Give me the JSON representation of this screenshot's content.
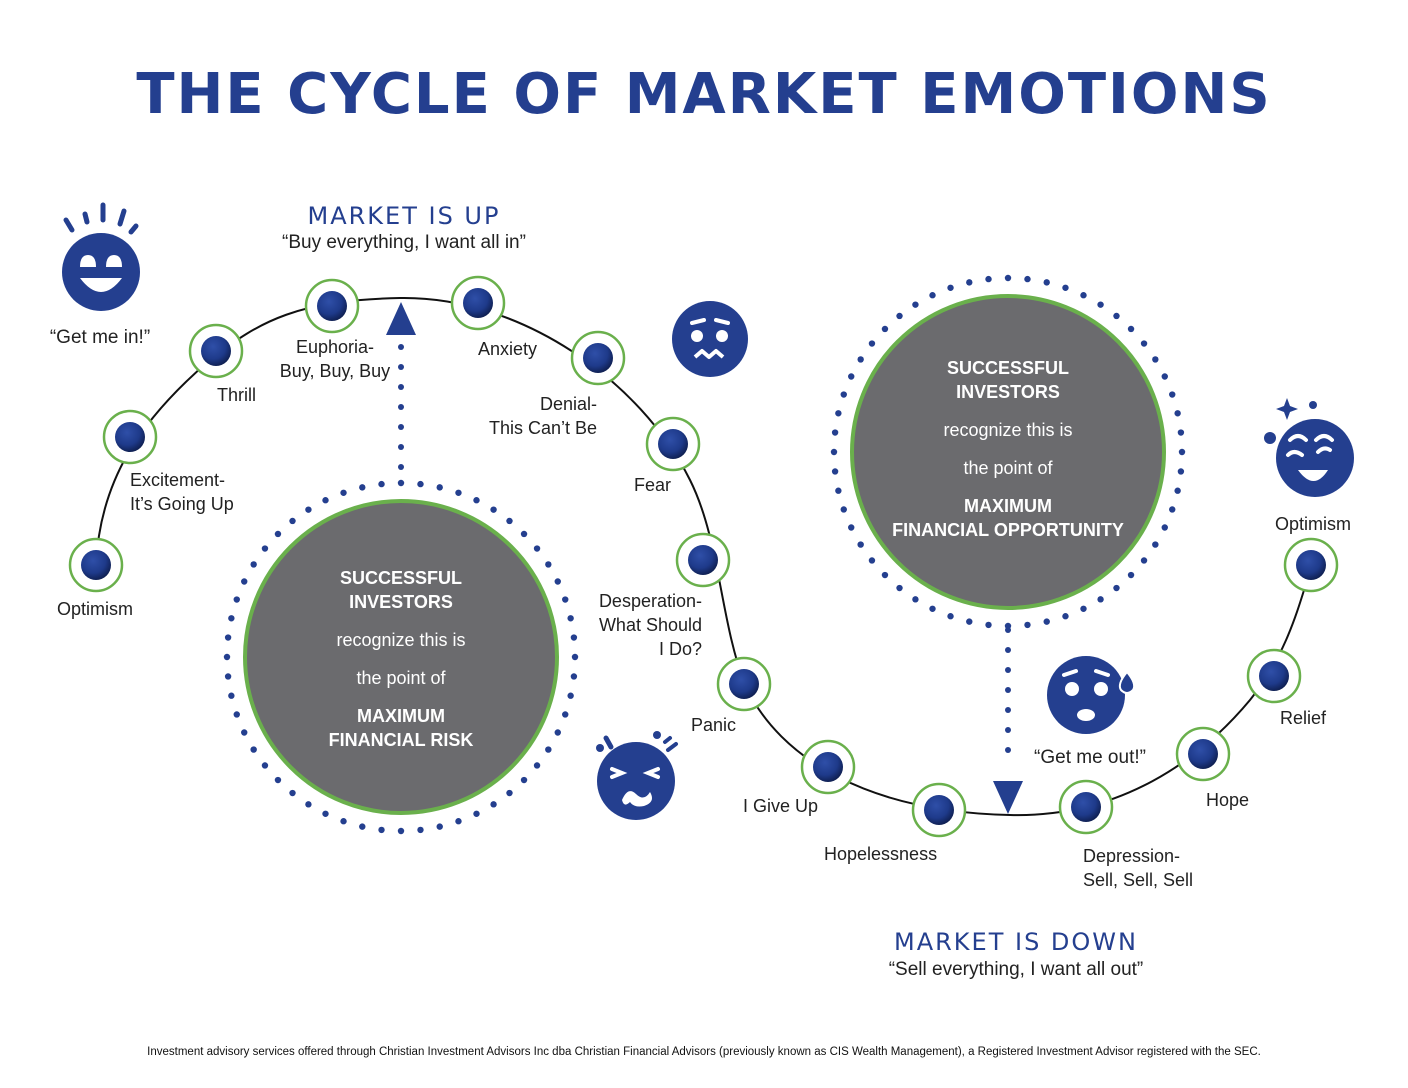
{
  "title": "THE CYCLE OF MARKET EMOTIONS",
  "colors": {
    "brand_blue": "#243f8f",
    "node_green": "#6ab04c",
    "circle_gray": "#6b6b6e",
    "text": "#222222"
  },
  "market_up": {
    "heading": "MARKET IS UP",
    "quote": "“Buy everything, I want all in”"
  },
  "market_down": {
    "heading": "MARKET IS DOWN",
    "quote": "“Sell everything, I want all out”"
  },
  "emoji_quotes": {
    "get_in": "“Get me in!”",
    "get_out": "“Get me out!”",
    "optimism": "Optimism"
  },
  "stages": [
    {
      "id": "optimism-start",
      "lines": [
        "Optimism"
      ]
    },
    {
      "id": "excitement",
      "lines": [
        "Excitement-",
        "It’s Going Up"
      ]
    },
    {
      "id": "thrill",
      "lines": [
        "Thrill"
      ]
    },
    {
      "id": "euphoria",
      "lines": [
        "Euphoria-",
        "Buy, Buy, Buy"
      ]
    },
    {
      "id": "anxiety",
      "lines": [
        "Anxiety"
      ]
    },
    {
      "id": "denial",
      "lines": [
        "Denial-",
        "This Can’t Be"
      ]
    },
    {
      "id": "fear",
      "lines": [
        "Fear"
      ]
    },
    {
      "id": "desperation",
      "lines": [
        "Desperation-",
        "What Should",
        "I Do?"
      ]
    },
    {
      "id": "panic",
      "lines": [
        "Panic"
      ]
    },
    {
      "id": "give-up",
      "lines": [
        "I Give Up"
      ]
    },
    {
      "id": "hopelessness",
      "lines": [
        "Hopelessness"
      ]
    },
    {
      "id": "depression",
      "lines": [
        "Depression-",
        "Sell, Sell, Sell"
      ]
    },
    {
      "id": "hope",
      "lines": [
        "Hope"
      ]
    },
    {
      "id": "relief",
      "lines": [
        "Relief"
      ]
    }
  ],
  "risk_circle": {
    "line1": "SUCCESSFUL",
    "line2": "INVESTORS",
    "line3": "recognize this is",
    "line4": "the point of",
    "line5": "MAXIMUM",
    "line6": "FINANCIAL RISK"
  },
  "opportunity_circle": {
    "line1": "SUCCESSFUL",
    "line2": "INVESTORS",
    "line3": "recognize this is",
    "line4": "the point of",
    "line5": "MAXIMUM",
    "line6": "FINANCIAL OPPORTUNITY"
  },
  "footer": "Investment advisory services offered through Christian Investment Advisors Inc dba Christian Financial Advisors (previously known as CIS Wealth Management), a Registered Investment Advisor registered with the SEC."
}
